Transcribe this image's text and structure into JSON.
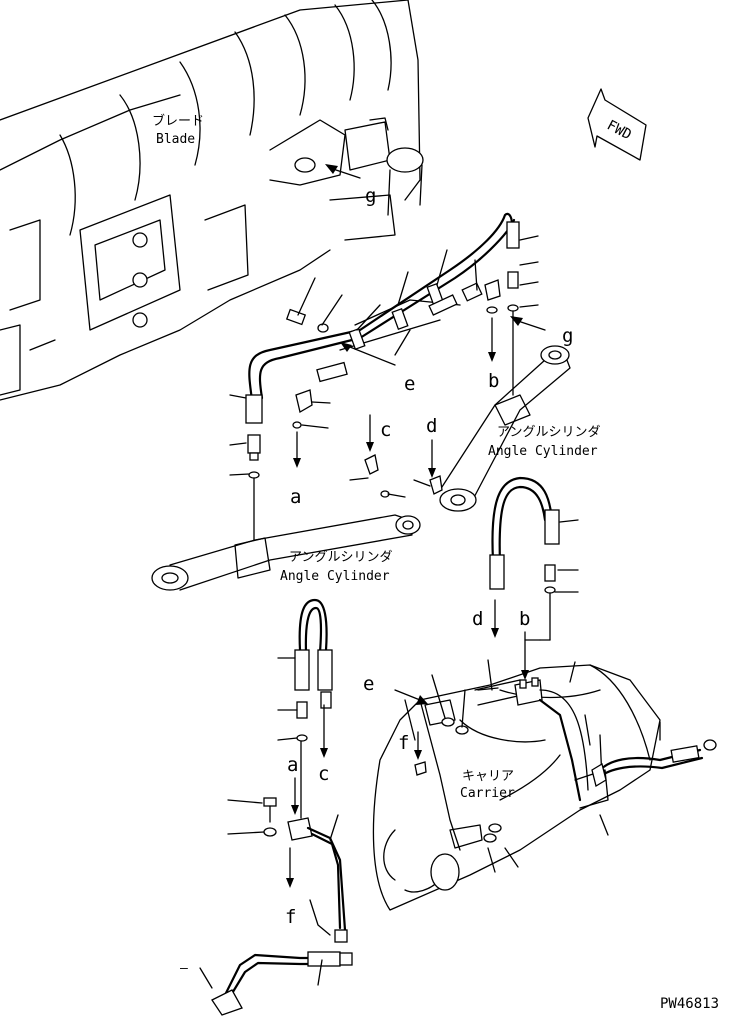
{
  "labels": {
    "blade_jp": "ブレード",
    "blade_en": "Blade",
    "angle_cyl_jp": "アングルシリンダ",
    "angle_cyl_en": "Angle Cylinder",
    "carrier_jp": "キャリア",
    "carrier_en": "Carrier",
    "fwd": "FWD",
    "figure_code": "PW46813"
  },
  "connection_letters": {
    "a": "a",
    "b": "b",
    "c": "c",
    "d": "d",
    "e": "e",
    "f": "f",
    "g": "g"
  },
  "leader_marker": "–"
}
